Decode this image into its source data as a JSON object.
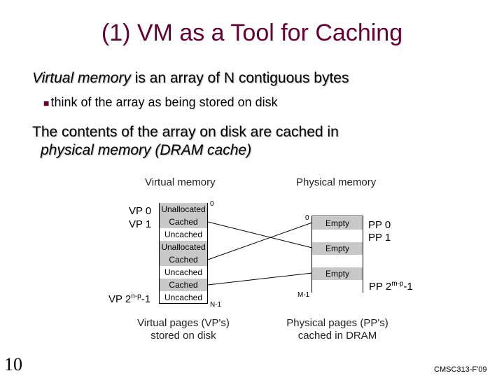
{
  "slide": {
    "title": "(1) VM as a Tool for Caching",
    "bullet1_italic": "Virtual memory",
    "bullet1_rest": " is an array of N contiguous bytes",
    "sub_bullet": "think of the array as being stored on disk",
    "bullet2_line1": "The contents of the array on disk are cached in",
    "bullet2_line2": "physical memory (DRAM cache)",
    "page_number": "10",
    "footer": "CMSC313-F'09"
  },
  "diagram": {
    "virtual_header": "Virtual memory",
    "physical_header": "Physical memory",
    "virtual_cells": [
      "Unallocated",
      "Cached",
      "Uncached",
      "Unallocated",
      "Cached",
      "Uncached",
      "Cached",
      "Uncached"
    ],
    "physical_cells": [
      "Empty",
      "",
      "Empty",
      "",
      "Empty",
      ""
    ],
    "vp_labels": {
      "vp0": "VP 0",
      "vp1": "VP 1",
      "vplast_base": "VP 2",
      "vplast_sup": "n-p",
      "vplast_suffix": "-1"
    },
    "pp_labels": {
      "pp0": "PP 0",
      "pp1": "PP 1",
      "pplast_base": "PP 2",
      "pplast_sup": "m-p",
      "pplast_suffix": "-1"
    },
    "v_top_index": "0",
    "v_bottom_index": "N-1",
    "p_top_index": "0",
    "p_bottom_index": "M-1",
    "virtual_caption_1": "Virtual pages (VP's)",
    "virtual_caption_2": "stored on disk",
    "physical_caption_1": "Physical pages (PP's)",
    "physical_caption_2": "cached in DRAM"
  }
}
